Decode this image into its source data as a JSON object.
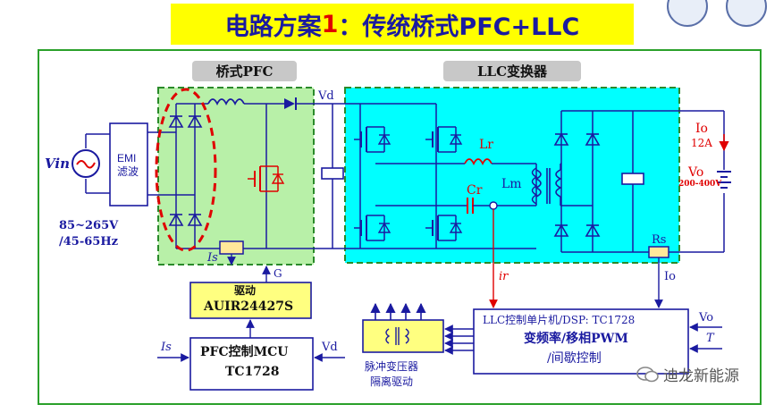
{
  "title": {
    "main": "电路方案",
    "number": "1",
    "rest": "：传统桥式PFC+LLC"
  },
  "sections": {
    "pfc": "桥式PFC",
    "llc": "LLC变换器"
  },
  "input": {
    "vin": "Vin",
    "emi_line1": "EMI",
    "emi_line2": "滤波",
    "range_v": "85~265V",
    "range_hz": "/45-65Hz"
  },
  "pfc_side": {
    "vd": "Vd",
    "is": "Is",
    "g": "G",
    "driver_top": "驱动",
    "driver_chip": "AUIR24427S",
    "mcu_line1": "PFC控制MCU",
    "mcu_line2": "TC1728",
    "mcu_in_is": "Is",
    "mcu_in_vd": "Vd"
  },
  "llc_side": {
    "lr": "Lr",
    "cr": "Cr",
    "lm": "Lm",
    "io_top": "Io",
    "io_val": "12A",
    "vo": "Vo",
    "vo_range": "200-400V",
    "rs": "Rs",
    "ir": "ir",
    "io_fb": "Io"
  },
  "controller": {
    "line1": "LLC控制单片机/DSP: TC1728",
    "line2": "变频率/移相PWM",
    "line3": "/间歇控制",
    "in_vo": "Vo",
    "in_t": "T"
  },
  "pulse": {
    "line1": "脉冲变压器",
    "line2": "隔离驱动"
  },
  "watermark": "迪龙新能源",
  "colors": {
    "pfc_fill": "#b8f0a8",
    "llc_fill": "#00ffff",
    "accent_red": "#e00000",
    "wire": "#1a1aa0",
    "banner": "#ffff00"
  }
}
